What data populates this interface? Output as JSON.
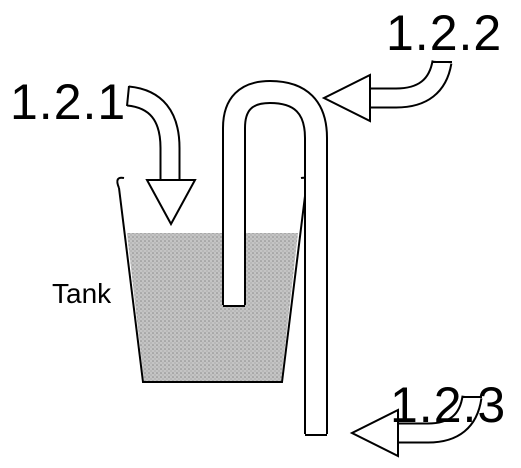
{
  "labels": {
    "tank": "Tank",
    "arrow_1": "1.2.1",
    "arrow_2": "1.2.2",
    "arrow_3": "1.2.3"
  },
  "colors": {
    "stroke": "#000000",
    "liquid": "#b8b8b8",
    "background": "#ffffff"
  }
}
